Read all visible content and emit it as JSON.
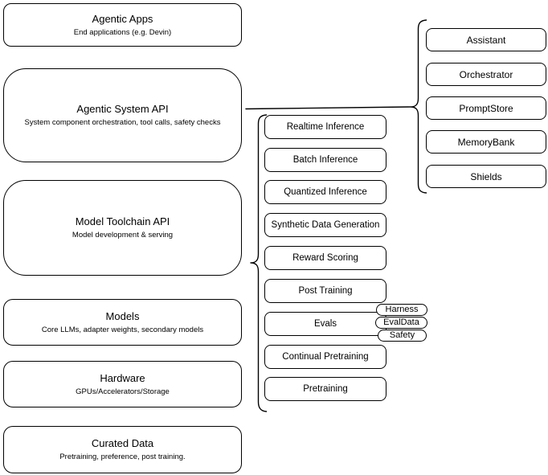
{
  "diagram": {
    "title": "Agentic stack diagram",
    "colors": {
      "stroke": "#000000",
      "background": "#ffffff",
      "text": "#000000"
    },
    "left_stack": [
      {
        "title": "Agentic Apps",
        "subtitle": "End applications (e.g. Devin)"
      },
      {
        "title": "Agentic System API",
        "subtitle": "System component orchestration, tool calls, safety checks"
      },
      {
        "title": "Model Toolchain API",
        "subtitle": "Model development & serving"
      },
      {
        "title": "Models",
        "subtitle": "Core LLMs, adapter weights, secondary models"
      },
      {
        "title": "Hardware",
        "subtitle": "GPUs/Accelerators/Storage"
      },
      {
        "title": "Curated Data",
        "subtitle": "Pretraining, preference, post training."
      }
    ],
    "toolchain_items": [
      "Realtime Inference",
      "Batch Inference",
      "Quantized Inference",
      "Synthetic Data Generation",
      "Reward Scoring",
      "Post Training",
      "Evals",
      "Continual Pretraining",
      "Pretraining"
    ],
    "eval_tags": [
      "Harness",
      "EvalData",
      "Safety"
    ],
    "system_components": [
      "Assistant",
      "Orchestrator",
      "PromptStore",
      "MemoryBank",
      "Shields"
    ]
  }
}
